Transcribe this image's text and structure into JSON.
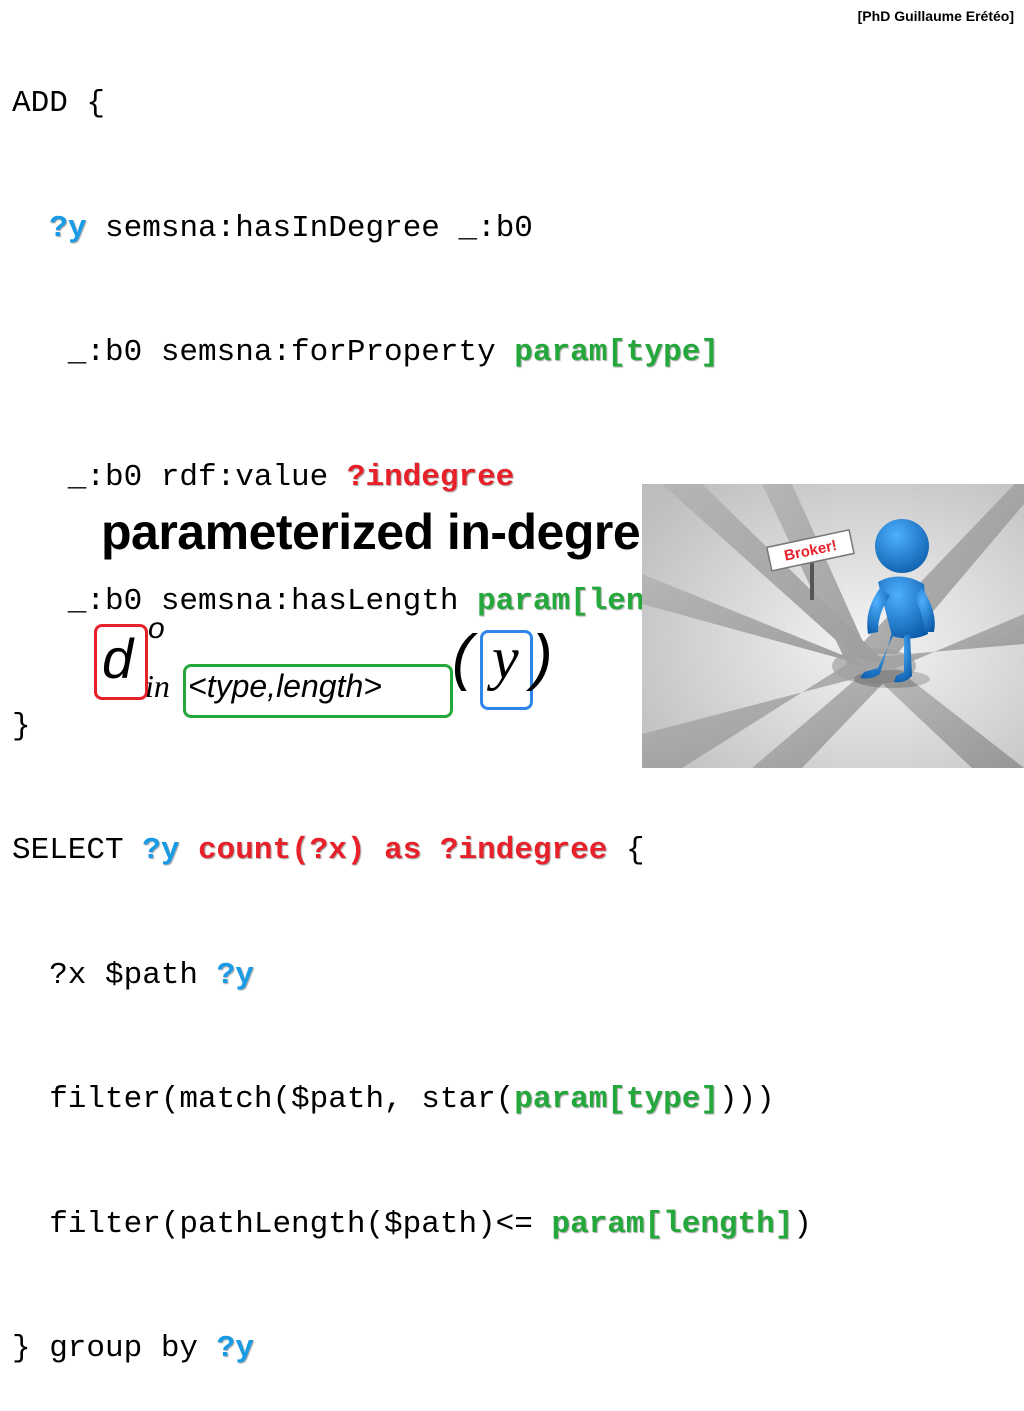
{
  "credit": "[PhD Guillaume Erétéo]",
  "code": {
    "l1": "ADD {",
    "l2_indent": "  ",
    "l2_var": "?y",
    "l2_rest": " semsna:hasInDegree _:b0",
    "l3_text": "   _:b0 semsna:forProperty ",
    "l3_param": "param[type]",
    "l4_text": "   _:b0 rdf:value ",
    "l4_var": "?indegree",
    "l5_text": "   _:b0 semsna:hasLength ",
    "l5_param": "param[length]",
    "l6": "}",
    "l7_text": "SELECT ",
    "l7_var": "?y",
    "l7_space": " ",
    "l7_count": "count(?x) as ?indegree",
    "l7_end": " {",
    "l8_text": "  ?x $path ",
    "l8_var": "?y",
    "l9_text": "  filter(match($path, star(",
    "l9_param": "param[type]",
    "l9_end": ")))",
    "l10_text": "  filter(pathLength($path)<= ",
    "l10_param": "param[length]",
    "l10_end": ")",
    "l11_text": "} group by ",
    "l11_var": "?y"
  },
  "heading": "parameterized in-degree",
  "formula": {
    "d": "d",
    "sup": "o",
    "in": "in",
    "sub": "<type,length>",
    "lparen": "(",
    "y": "y",
    "rparen": ")"
  },
  "illustration": {
    "sign": "Broker!",
    "colors": {
      "figure": "#1a78d4",
      "sign_text": "#e8202a",
      "background": "#dcdcdc"
    }
  },
  "colors": {
    "var_blue": "#1a9be6",
    "highlight_red": "#e8202a",
    "param_green": "#24a83c"
  }
}
